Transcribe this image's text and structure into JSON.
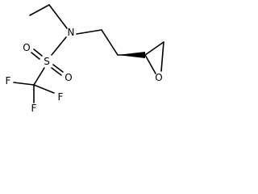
{
  "molecule": {
    "atoms": {
      "n": "N",
      "s": "S",
      "o_upper": "O",
      "o_lower": "O",
      "f_top": "F",
      "f_left": "F",
      "f_right": "F",
      "o_epoxide": "O"
    },
    "stereo": "wedge"
  }
}
